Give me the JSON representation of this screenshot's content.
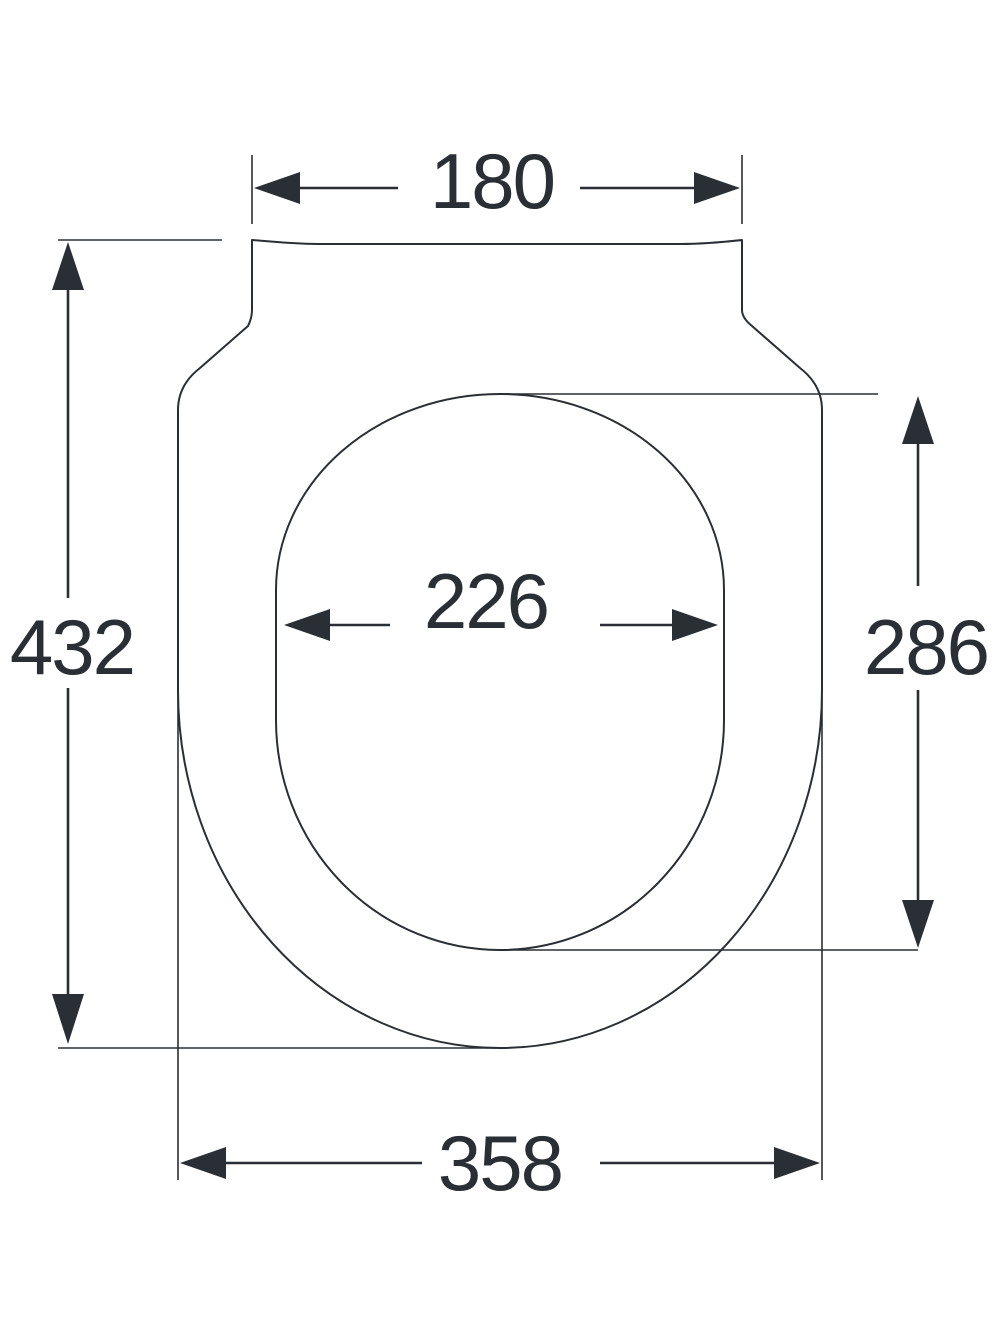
{
  "diagram": {
    "line_color": "#2a2f35",
    "background": "#ffffff",
    "dimensions": {
      "top_width": "180",
      "outer_width": "358",
      "overall_length": "432",
      "opening_width": "226",
      "opening_length": "286"
    }
  }
}
